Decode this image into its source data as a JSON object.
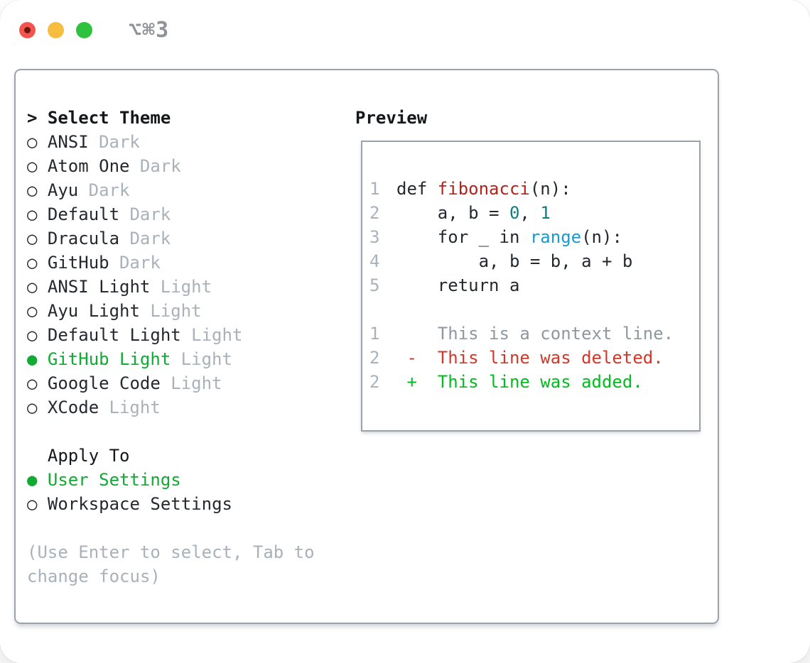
{
  "palette": {
    "border": "#9aa2ac",
    "text_dark": "#24292f",
    "text_black": "#15181b",
    "muted": "#a9b1bb",
    "green": "#0fab32",
    "diff_added": "#00bd1e",
    "diff_deleted": "#d2372a",
    "context_grey": "#8f979f",
    "func_red": "#b3231c",
    "num_teal": "#0c7f86",
    "builtin_blue": "#169bd5",
    "traffic_red": "#f4544d",
    "traffic_red_dot": "#6d140d",
    "traffic_yellow": "#f6bd3e",
    "traffic_green": "#2ec23e",
    "title_grey": "#8f9298"
  },
  "window": {
    "title": "⌥⌘3"
  },
  "theme_selector": {
    "header_marker": ">",
    "header_label": "Select Theme",
    "items": [
      {
        "marker": "○",
        "label": "ANSI",
        "tag": "Dark",
        "selected": false
      },
      {
        "marker": "○",
        "label": "Atom One",
        "tag": "Dark",
        "selected": false
      },
      {
        "marker": "○",
        "label": "Ayu",
        "tag": "Dark",
        "selected": false
      },
      {
        "marker": "○",
        "label": "Default",
        "tag": "Dark",
        "selected": false
      },
      {
        "marker": "○",
        "label": "Dracula",
        "tag": "Dark",
        "selected": false
      },
      {
        "marker": "○",
        "label": "GitHub",
        "tag": "Dark",
        "selected": false
      },
      {
        "marker": "○",
        "label": "ANSI Light",
        "tag": "Light",
        "selected": false
      },
      {
        "marker": "○",
        "label": "Ayu Light",
        "tag": "Light",
        "selected": false
      },
      {
        "marker": "○",
        "label": "Default Light",
        "tag": "Light",
        "selected": false
      },
      {
        "marker": "●",
        "label": "GitHub Light",
        "tag": "Light",
        "selected": true
      },
      {
        "marker": "○",
        "label": "Google Code",
        "tag": "Light",
        "selected": false
      },
      {
        "marker": "○",
        "label": "XCode",
        "tag": "Light",
        "selected": false
      }
    ]
  },
  "apply_to": {
    "header": "Apply To",
    "items": [
      {
        "marker": "●",
        "label": "User Settings",
        "selected": true
      },
      {
        "marker": "○",
        "label": "Workspace Settings",
        "selected": false
      }
    ]
  },
  "help_lines": [
    "(Use Enter to select, Tab to",
    "change focus)"
  ],
  "preview": {
    "header": "Preview",
    "code_lines": [
      {
        "num": "1",
        "segments": [
          {
            "text": "def ",
            "cls": "code"
          },
          {
            "text": "fibonacci",
            "cls": "func"
          },
          {
            "text": "(n):",
            "cls": "code"
          }
        ]
      },
      {
        "num": "2",
        "segments": [
          {
            "text": "    a, b = ",
            "cls": "code"
          },
          {
            "text": "0",
            "cls": "num"
          },
          {
            "text": ", ",
            "cls": "code"
          },
          {
            "text": "1",
            "cls": "num"
          }
        ]
      },
      {
        "num": "3",
        "segments": [
          {
            "text": "    for _ in ",
            "cls": "code"
          },
          {
            "text": "range",
            "cls": "builtin"
          },
          {
            "text": "(n):",
            "cls": "code"
          }
        ]
      },
      {
        "num": "4",
        "segments": [
          {
            "text": "        a, b = b, a + b",
            "cls": "code"
          }
        ]
      },
      {
        "num": "5",
        "segments": [
          {
            "text": "    return a",
            "cls": "code"
          }
        ]
      },
      {
        "num": "",
        "segments": []
      },
      {
        "num": "1",
        "segments": [
          {
            "text": "    This is a context line.",
            "cls": "ctx"
          }
        ]
      },
      {
        "num": "2",
        "segments": [
          {
            "text": " -  This line was deleted.",
            "cls": "del"
          }
        ]
      },
      {
        "num": "2",
        "segments": [
          {
            "text": " +  This line was added.",
            "cls": "add"
          }
        ]
      }
    ]
  }
}
